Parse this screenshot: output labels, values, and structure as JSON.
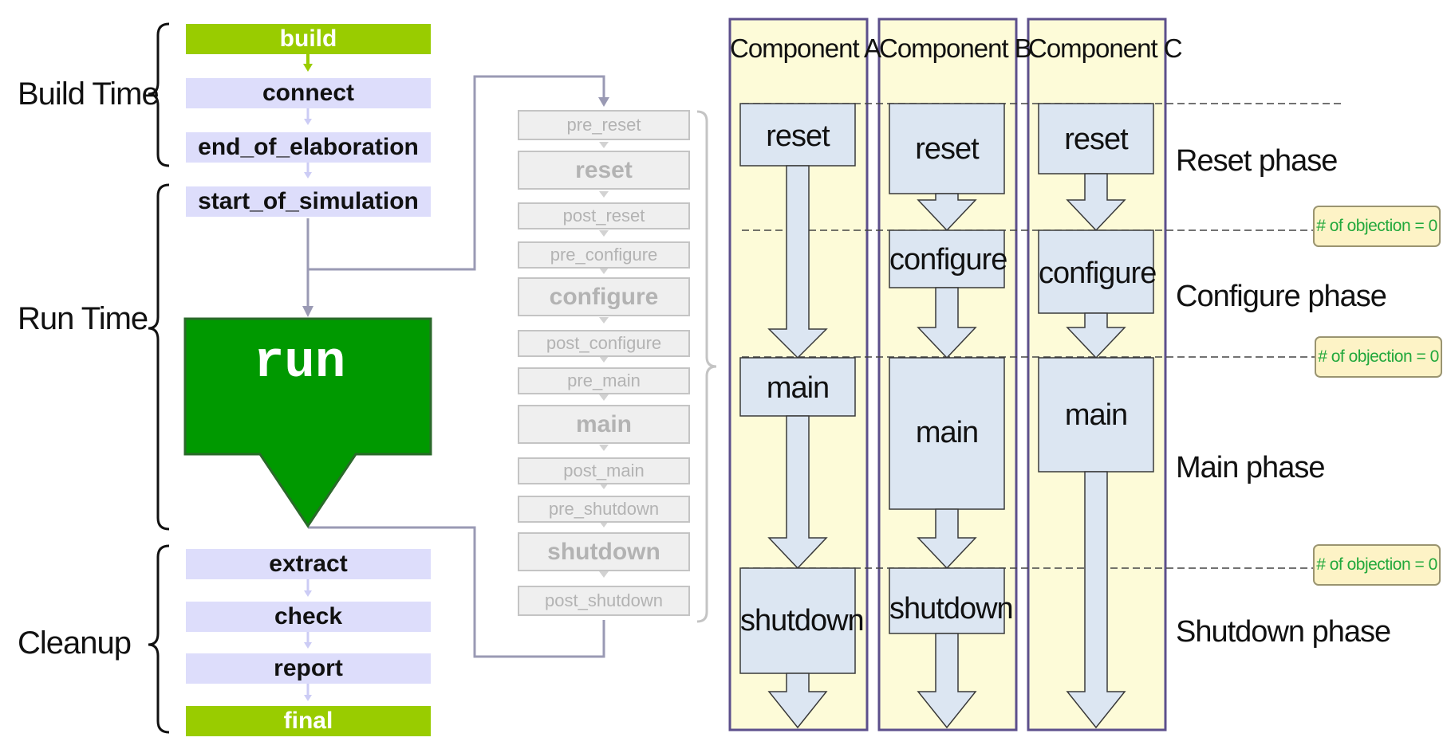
{
  "groups": {
    "build_time": "Build Time",
    "run_time": "Run Time",
    "cleanup": "Cleanup"
  },
  "common_phases": {
    "build": "build",
    "connect": "connect",
    "end_of_elaboration": "end_of_elaboration",
    "start_of_simulation": "start_of_simulation",
    "run": "run",
    "extract": "extract",
    "check": "check",
    "report": "report",
    "final": "final"
  },
  "runtime_phases": [
    "pre_reset",
    "reset",
    "post_reset",
    "pre_configure",
    "configure",
    "post_configure",
    "pre_main",
    "main",
    "post_main",
    "pre_shutdown",
    "shutdown",
    "post_shutdown"
  ],
  "components": {
    "a": {
      "title": "Component A",
      "reset": "reset",
      "main": "main",
      "shutdown": "shutdown"
    },
    "b": {
      "title": "Component B",
      "reset": "reset",
      "configure": "configure",
      "main": "main",
      "shutdown": "shutdown"
    },
    "c": {
      "title": "Component C",
      "reset": "reset",
      "configure": "configure",
      "main": "main"
    }
  },
  "phase_names": {
    "reset": "Reset phase",
    "configure": "Configure phase",
    "main": "Main phase",
    "shutdown": "Shutdown phase"
  },
  "objection_label": "# of objection = 0",
  "colors": {
    "lime": "#99cc00",
    "lavender": "#ddddfb",
    "run_green": "#009900",
    "component_bg": "#fdfbd8",
    "component_border": "#5c4f8c",
    "arrow_fill": "#dce6f2",
    "objection_text": "#22a83c"
  }
}
